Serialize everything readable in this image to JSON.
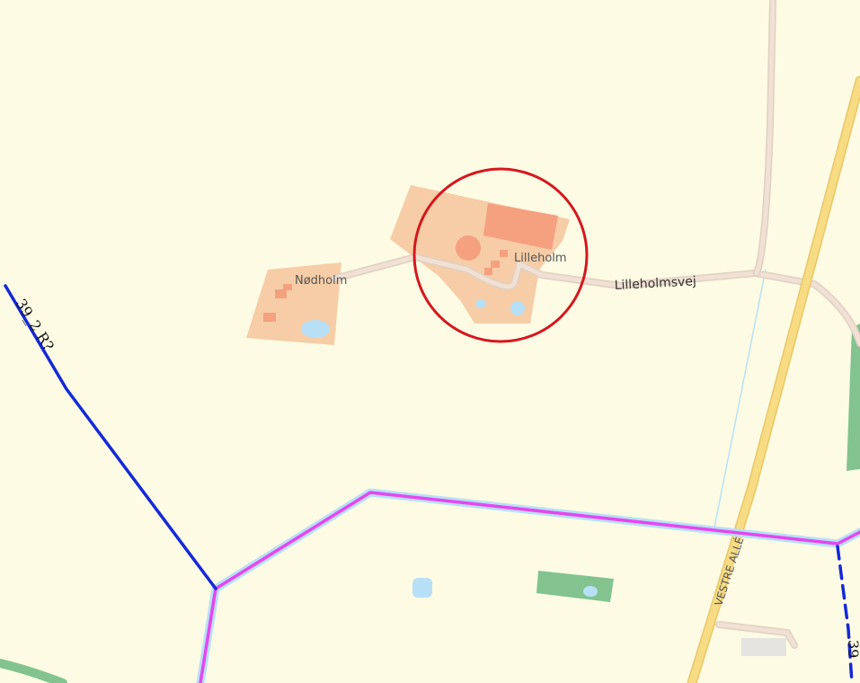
{
  "map": {
    "colors": {
      "land": "#fdfbe3",
      "farm": "#f6cda6",
      "building": "#f5a07f",
      "water": "#b7e0f7",
      "forest": "#82c38f",
      "road_minor": "#f0e1d4",
      "road_main": "#f7dc84",
      "boundary_magenta": "#e646f0",
      "boundary_blue": "#1429d8",
      "highlight_circle": "#d5171f"
    },
    "labels": {
      "nodholm": "Nødholm",
      "lilleholm": "Lilleholm",
      "lilleholmsvej": "Lilleholmsvej",
      "vestre_alle": "VESTRE ALLÉ",
      "boundary_code": "39_2 R?",
      "edge_code": "39"
    },
    "icons": {
      "highlight": "circle-marker-icon"
    }
  }
}
